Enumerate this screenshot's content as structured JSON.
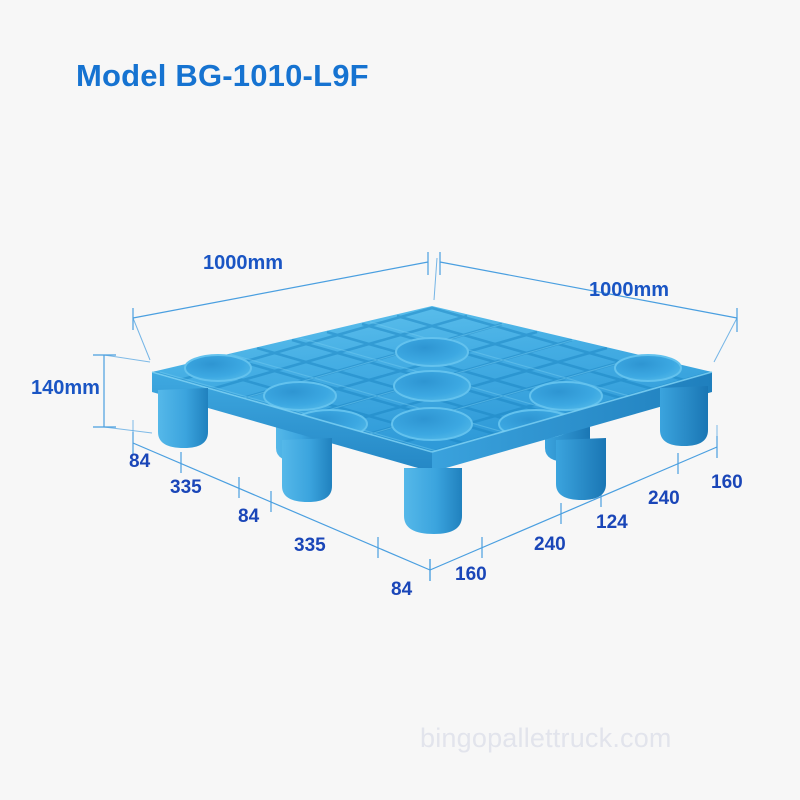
{
  "page": {
    "background_color": "#f7f7f7",
    "title": "Model BG-1010-L9F",
    "title_color": "#1673d1",
    "watermark": "bingopallettruck.com",
    "watermark_color": "#e2e4ec"
  },
  "product": {
    "name": "plastic pallet",
    "model": "BG-1010-L9F",
    "body_color": "#3aa7e0",
    "highlight_color": "#6fcbf0",
    "shadow_color": "#1d7fbe",
    "leg_count": 9,
    "deck_style": "open lattice grid"
  },
  "dimension_color": "#1a46b8",
  "dimension_line_color": "#4a9fe0",
  "dimensions": {
    "top_left_width": "1000mm",
    "top_right_width": "1000mm",
    "height": "140mm",
    "left_chain": [
      "84",
      "335",
      "84",
      "335",
      "84"
    ],
    "bottom_center": [
      "160",
      "240"
    ],
    "right_chain": [
      "124",
      "240",
      "160"
    ]
  },
  "labels": {
    "width_left": "1000mm",
    "width_right": "1000mm",
    "height": "140mm",
    "l_84_a": "84",
    "l_335_a": "335",
    "l_84_b": "84",
    "l_335_b": "335",
    "l_84_c": "84",
    "l_160_bottom": "160",
    "l_240_bottom": "240",
    "l_124_right": "124",
    "l_240_right": "240",
    "l_160_right": "160"
  }
}
